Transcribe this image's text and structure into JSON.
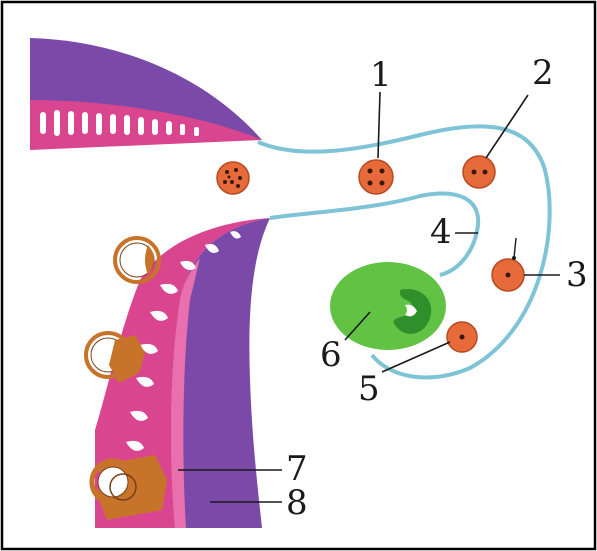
{
  "figure": {
    "labels": {
      "l1": "1",
      "l2": "2",
      "l3": "3",
      "l4": "4",
      "l5": "5",
      "l6": "6",
      "l7": "7",
      "l8": "8"
    }
  },
  "colors": {
    "wall_outer": "#7b4aa8",
    "wall_inner": "#d9468f",
    "wall_inner_light": "#ea6fae",
    "tube": "#7fc3d6",
    "cell_fill": "#e66a3a",
    "cell_dots": "#3a1a10",
    "ovary": "#62c243",
    "ovary_dark": "#2f8f2a",
    "embryo_ring": "#c8732a",
    "border": "#000000"
  }
}
